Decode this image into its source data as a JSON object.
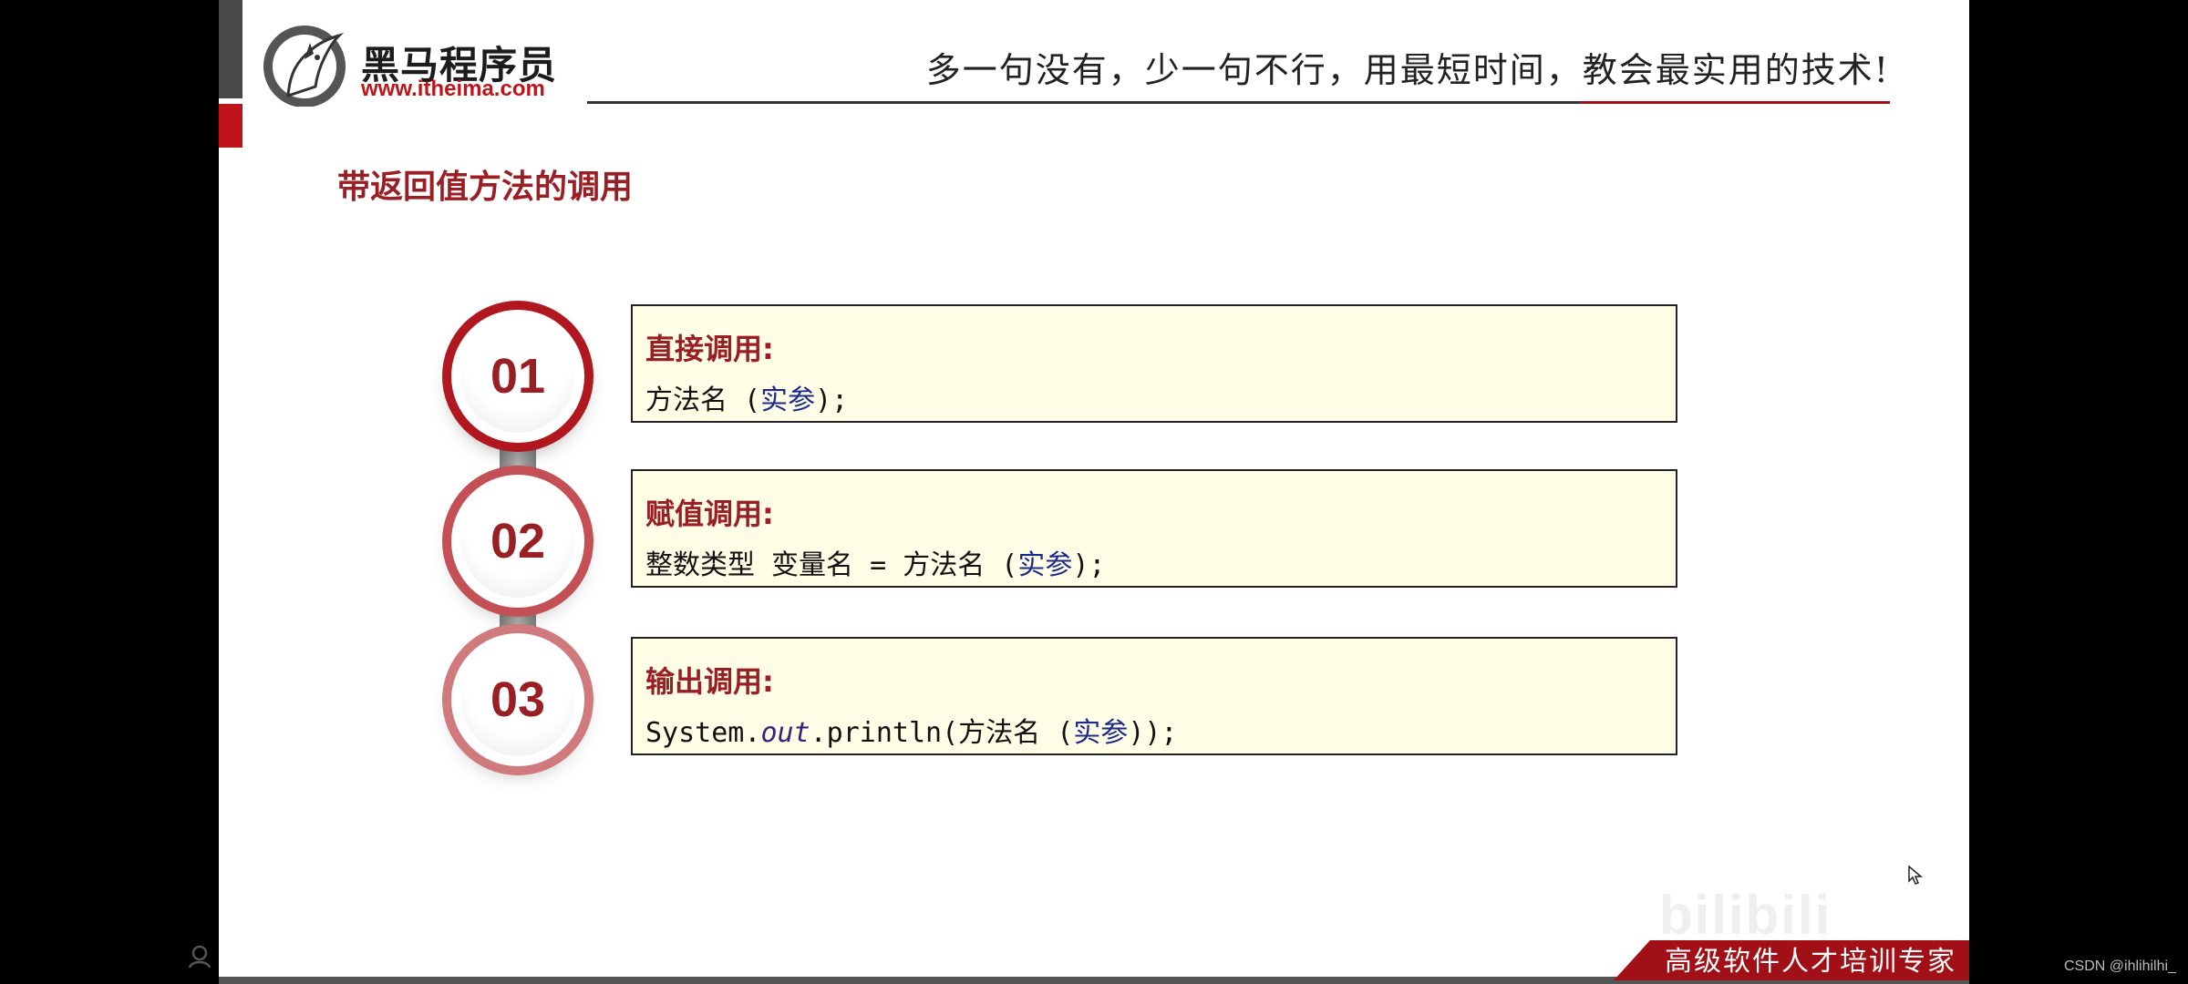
{
  "header": {
    "logo_cn": "黑马程序员",
    "logo_url": "www.itheima.com",
    "slogan": "多一句没有，少一句不行，用最短时间，教会最实用的技术!"
  },
  "page_title": "带返回值方法的调用",
  "steps": [
    {
      "number": "01",
      "title": "直接调用:",
      "code_before": "方法名 (",
      "code_param": "实参",
      "code_after": ");"
    },
    {
      "number": "02",
      "title": "赋值调用:",
      "code_before": "整数类型 变量名 = 方法名 (",
      "code_param": "实参",
      "code_after": ");"
    },
    {
      "number": "03",
      "title": "输出调用:",
      "code_prefix": "System.",
      "code_italic": "out",
      "code_mid": ".println(方法名 (",
      "code_param": "实参",
      "code_after": "));"
    }
  ],
  "footer": {
    "tagline": "高级软件人才培训专家",
    "watermark": "bilibili",
    "credit": "CSDN @ihlihilhi_"
  },
  "colors": {
    "accent_red": "#9a1f24",
    "card_bg": "#fffde6",
    "param_blue": "#1c2a8a"
  }
}
